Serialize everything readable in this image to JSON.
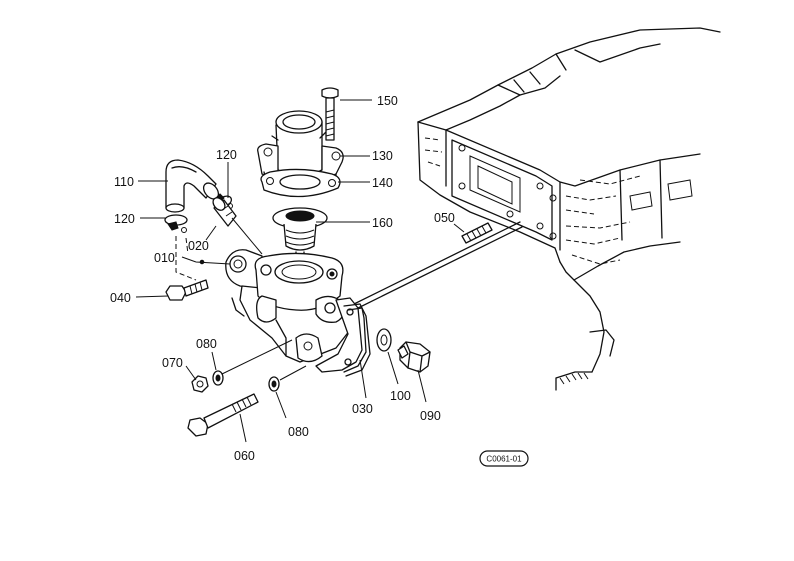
{
  "callouts": [
    {
      "id": "p150",
      "text": "150"
    },
    {
      "id": "p130",
      "text": "130"
    },
    {
      "id": "p140",
      "text": "140"
    },
    {
      "id": "p160",
      "text": "160"
    },
    {
      "id": "p110",
      "text": "110"
    },
    {
      "id": "p120a",
      "text": "120"
    },
    {
      "id": "p120b",
      "text": "120"
    },
    {
      "id": "p020",
      "text": "020"
    },
    {
      "id": "p010",
      "text": "010"
    },
    {
      "id": "p040",
      "text": "040"
    },
    {
      "id": "p050",
      "text": "050"
    },
    {
      "id": "p080a",
      "text": "080"
    },
    {
      "id": "p070",
      "text": "070"
    },
    {
      "id": "p080b",
      "text": "080"
    },
    {
      "id": "p060",
      "text": "060"
    },
    {
      "id": "p030",
      "text": "030"
    },
    {
      "id": "p100",
      "text": "100"
    },
    {
      "id": "p090",
      "text": "090"
    }
  ],
  "diagram_code": "C0061-01"
}
